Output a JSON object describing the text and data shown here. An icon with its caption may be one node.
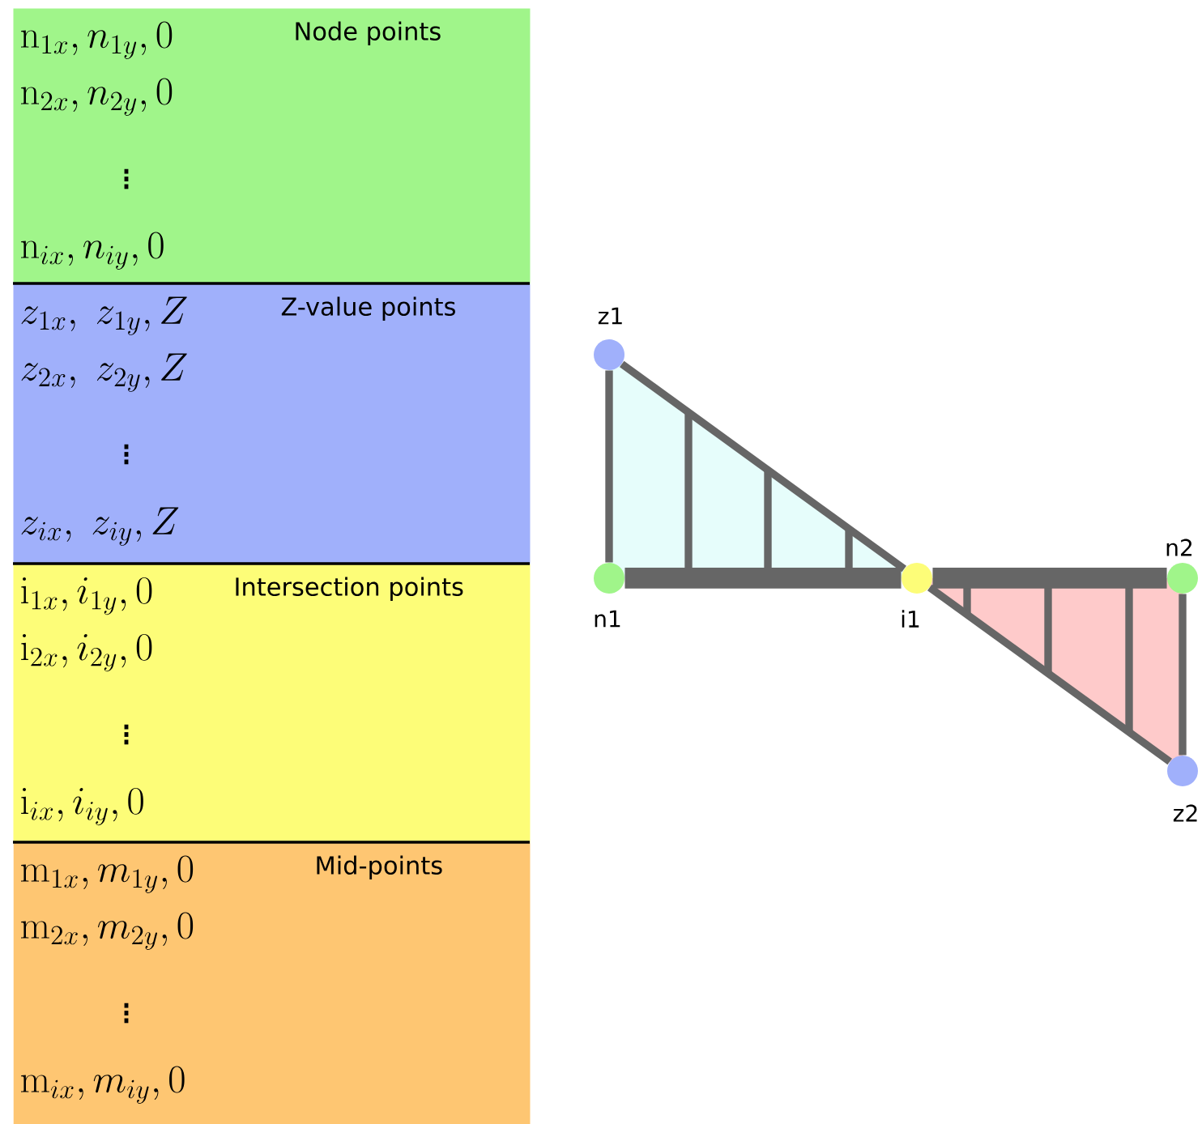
{
  "diagram": {
    "nodes": [
      {
        "text": [
          "\\mathrm{n}_{1x}, n_{1y}, 0",
          "Node points",
          "\\mathrm{n}_{2x}, n_{2y}, 0",
          "\\vdots",
          "\\mathrm{n}_{ix}, n_{iy}, 0"
        ]
      },
      {
        "text": [
          "z_{1x},\\; z_{1y}, Z",
          "Z-value points",
          "z_{2x},\\; z_{2y}, Z",
          "\\vdots",
          "z_{ix},\\; z_{iy}, Z"
        ]
      },
      {
        "text": [
          "\\mathrm{i}_{1x}, i_{1y}, 0",
          "Intersection points",
          "\\mathrm{i}_{2x}, i_{2y}, 0",
          "\\vdots",
          "\\mathrm{i}_{ix}, i_{iy}, 0"
        ]
      },
      {
        "text": [
          "\\mathrm{m}_{1x}, m_{1y}, 0",
          "Mid-points",
          "\\mathrm{m}_{2x}, m_{2y}, 0",
          "\\vdots",
          "\\mathrm{m}_{ix}, m_{iy}, 0"
        ]
      },
      {
        "text": [
          "z1"
        ]
      },
      {
        "text": [
          "n1"
        ]
      },
      {
        "text": [
          "i1"
        ]
      },
      {
        "text": [
          "n2"
        ]
      },
      {
        "text": [
          "z2"
        ]
      }
    ],
    "edges": [
      {
        "from": 4,
        "to": 5,
        "arrow": "none"
      },
      {
        "from": 4,
        "to": 6,
        "arrow": "none"
      },
      {
        "from": 5,
        "to": 6,
        "arrow": "none",
        "style": "thick"
      },
      {
        "from": 6,
        "to": 7,
        "arrow": "none",
        "style": "thick"
      },
      {
        "from": 6,
        "to": 8,
        "arrow": "none"
      },
      {
        "from": 7,
        "to": 8,
        "arrow": "none"
      }
    ]
  }
}
